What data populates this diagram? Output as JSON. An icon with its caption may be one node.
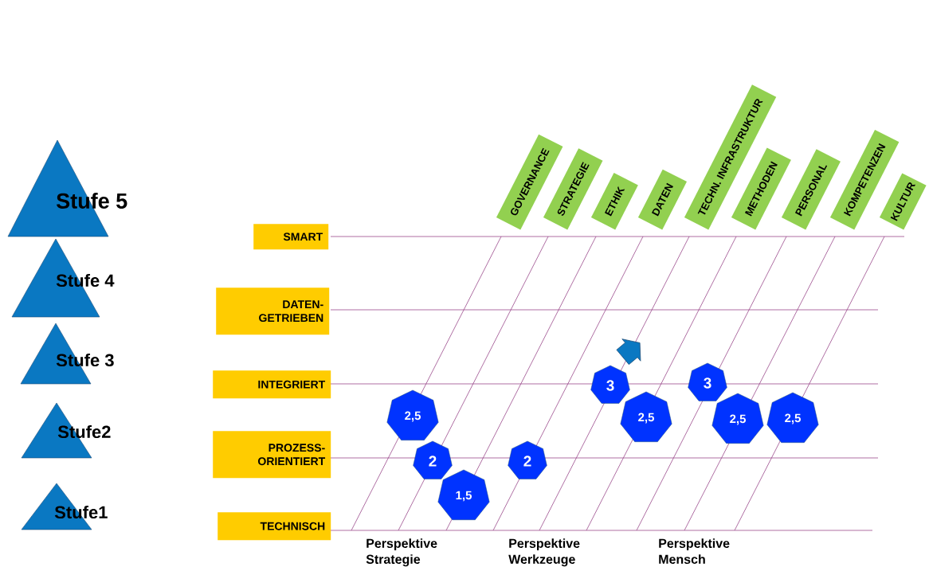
{
  "diagram": {
    "nodes": [
      {
        "text": [
          "Stufe 5"
        ]
      },
      {
        "text": [
          "Stufe 4"
        ]
      },
      {
        "text": [
          "Stufe 3"
        ]
      },
      {
        "text": [
          "Stufe2"
        ]
      },
      {
        "text": [
          "Stufe1"
        ]
      },
      {
        "text": [
          "SMART"
        ]
      },
      {
        "text": [
          "DATEN- GETRIEBEN"
        ]
      },
      {
        "text": [
          "INTEGRIERT"
        ]
      },
      {
        "text": [
          "PROZESS- ORIENTIERT"
        ]
      },
      {
        "text": [
          "TECHNISCH"
        ]
      },
      {
        "text": [
          "GOVERNANCE"
        ]
      },
      {
        "text": [
          "STRATEGIE"
        ]
      },
      {
        "text": [
          "ETHIK"
        ]
      },
      {
        "text": [
          "DATEN"
        ]
      },
      {
        "text": [
          "TECHN. INFRASTRUKTUR"
        ]
      },
      {
        "text": [
          "METHODEN"
        ]
      },
      {
        "text": [
          "PERSONAL"
        ]
      },
      {
        "text": [
          "KOMPETENZEN"
        ]
      },
      {
        "text": [
          "KULTUR"
        ]
      },
      {
        "text": [
          "2,5"
        ]
      },
      {
        "text": [
          "2"
        ]
      },
      {
        "text": [
          "1,5"
        ]
      },
      {
        "text": [
          "2"
        ]
      },
      {
        "text": [
          "3"
        ]
      },
      {
        "text": [
          "2,5"
        ]
      },
      {
        "text": [
          "3"
        ]
      },
      {
        "text": [
          "2,5"
        ]
      },
      {
        "text": [
          "2,5"
        ]
      }
    ],
    "edges": [],
    "labels": [
      "Perspektive Strategie",
      "Perspektive Werkzeuge",
      "Perspektive Mensch"
    ]
  }
}
